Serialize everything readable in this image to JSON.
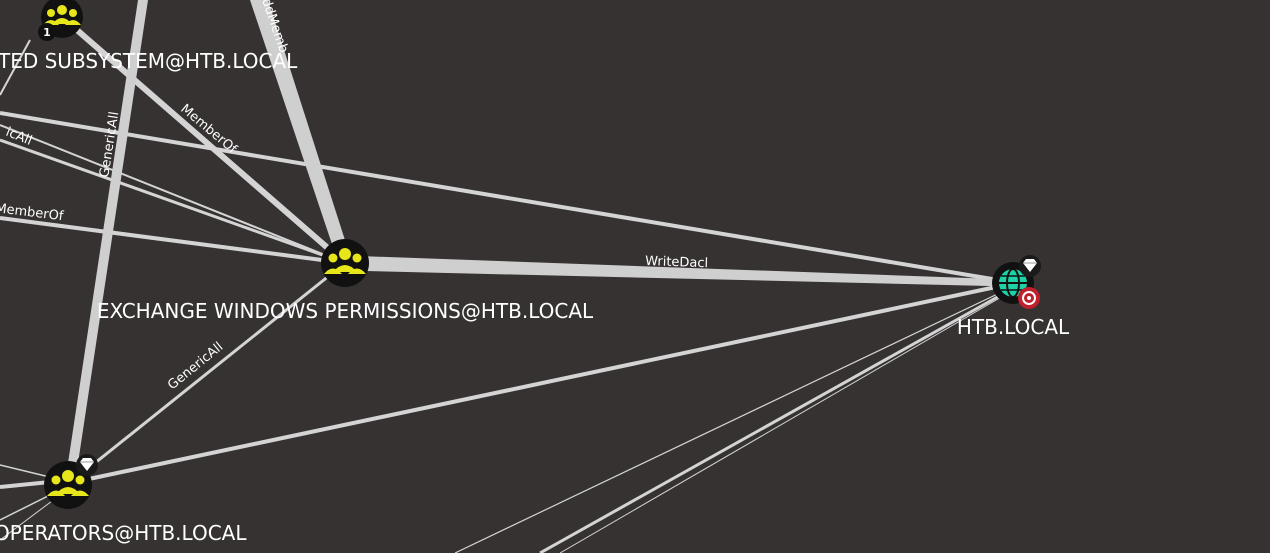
{
  "graph": {
    "nodes": [
      {
        "id": "trusted-subsystem",
        "label": "TED SUBSYSTEM@HTB.LOCAL",
        "type": "group",
        "badge": "1"
      },
      {
        "id": "exchange-windows-permissions",
        "label": "EXCHANGE WINDOWS PERMISSIONS@HTB.LOCAL",
        "type": "group"
      },
      {
        "id": "operators",
        "label": "OPERATORS@HTB.LOCAL",
        "type": "group",
        "badge_icon": "diamond-icon"
      },
      {
        "id": "htb-local",
        "label": "HTB.LOCAL",
        "type": "domain",
        "badge_icon": "diamond-icon",
        "target_icon": "target-icon"
      }
    ],
    "edges": [
      {
        "id": "writedacl",
        "label": "WriteDacl"
      },
      {
        "id": "memberof-1",
        "label": "MemberOf"
      },
      {
        "id": "memberof-2",
        "label": "MemberOf"
      },
      {
        "id": "genericall-1",
        "label": "GenericAll"
      },
      {
        "id": "genericall-2",
        "label": "GenericAll"
      },
      {
        "id": "genericall-3",
        "label": "icAll"
      },
      {
        "id": "addmember",
        "label": "ddMemb"
      }
    ]
  },
  "colors": {
    "background": "#373232",
    "group_icon": "#e6e61a",
    "domain_icon": "#1fd1a6",
    "target_badge": "#c0202c",
    "edge": "#d4d4d4"
  }
}
